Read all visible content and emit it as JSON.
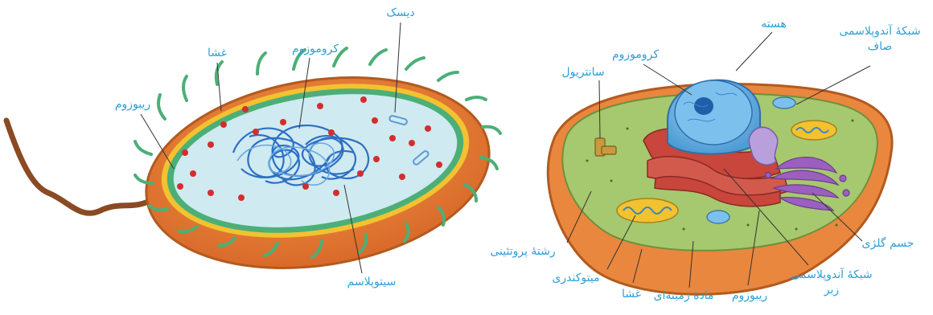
{
  "prokaryote": {
    "labels": {
      "disc": "دیسک",
      "membrane": "غشا",
      "chromosome": "کروموزوم",
      "ribosome": "ریبوزوم",
      "cytoplasm": "سیتوپلاسم"
    }
  },
  "eukaryote": {
    "labels": {
      "nucleus": "هسته",
      "smooth_er": "شبکهٔ آندوپلاسمی صاف",
      "chromosome": "کروموزوم",
      "centriole": "سانتریول",
      "golgi": "جسم گلژی",
      "rough_er": "شبکهٔ آندوپلاسمی زبر",
      "protein_fiber": "رشتهٔ پروتئینی",
      "mitochondria": "میتوکندری",
      "membrane": "غشا",
      "matrix": "مادهٔ زمینه‌ای",
      "ribosome": "ریبوزوم"
    }
  },
  "colors": {
    "label_text": "#2f9fd6",
    "leader_line": "#333333",
    "capsule_outer": "#e07a2e",
    "capsule_membrane": "#f2c230",
    "cytoplasm": "#cfeaf0",
    "pili": "#52b87e",
    "dna": "#2d6fc4",
    "ribosome_dots": "#d42d2d",
    "euk_cytoplasm": "#a6c86e",
    "nucleus": "#5aa8de",
    "rough_er": "#c8463c",
    "golgi": "#9b5fc0"
  }
}
